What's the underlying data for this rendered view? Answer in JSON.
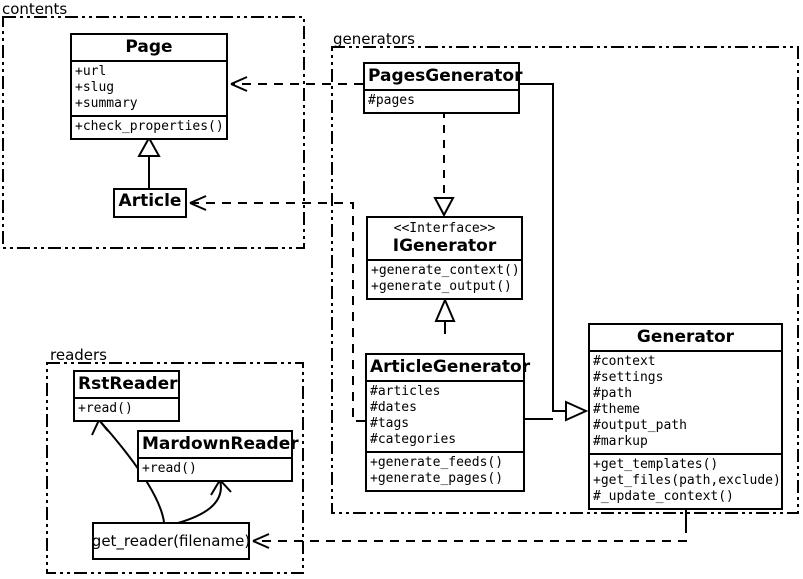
{
  "diagram": {
    "kind": "uml-class-diagram",
    "colors": {
      "line": "#000000",
      "background": "#ffffff"
    }
  },
  "packages": [
    {
      "label": "contents"
    },
    {
      "label": "generators"
    },
    {
      "label": "readers"
    }
  ],
  "classes": [
    {
      "title": "Page",
      "attributes": [
        "+url",
        "+slug",
        "+summary"
      ],
      "methods": [
        "+check_properties()"
      ]
    },
    {
      "title": "Article",
      "attributes": [],
      "methods": []
    },
    {
      "title": "PagesGenerator",
      "attributes": [
        "#pages"
      ],
      "methods": []
    },
    {
      "stereotype": "<<Interface>>",
      "title": "IGenerator",
      "attributes": [],
      "methods": [
        "+generate_context()",
        "+generate_output()"
      ]
    },
    {
      "title": "ArticleGenerator",
      "attributes": [
        "#articles",
        "#dates",
        "#tags",
        "#categories"
      ],
      "methods": [
        "+generate_feeds()",
        "+generate_pages()"
      ]
    },
    {
      "title": "Generator",
      "attributes": [
        "#context",
        "#settings",
        "#path",
        "#theme",
        "#output_path",
        "#markup"
      ],
      "methods": [
        "+get_templates()",
        "+get_files(path,exclude)",
        "#_update_context()"
      ]
    },
    {
      "title": "RstReader",
      "attributes": [],
      "methods": [
        "+read()"
      ]
    },
    {
      "title": "MardownReader",
      "attributes": [],
      "methods": [
        "+read()"
      ]
    }
  ],
  "nodes": {
    "get_reader": {
      "label": "get_reader(filename)"
    }
  },
  "relationships": [
    {
      "from": "Article",
      "to": "Page",
      "type": "generalization"
    },
    {
      "from": "PagesGenerator",
      "to": "IGenerator",
      "type": "realization"
    },
    {
      "from": "ArticleGenerator",
      "to": "IGenerator",
      "type": "generalization"
    },
    {
      "from": "PagesGenerator",
      "to": "Generator",
      "type": "generalization"
    },
    {
      "from": "ArticleGenerator",
      "to": "Generator",
      "type": "generalization"
    },
    {
      "from": "PagesGenerator",
      "to": "Page",
      "type": "dependency"
    },
    {
      "from": "ArticleGenerator",
      "to": "Article",
      "type": "dependency"
    },
    {
      "from": "Generator",
      "to": "get_reader",
      "type": "dependency"
    },
    {
      "from": "get_reader",
      "to": "RstReader",
      "type": "arrow"
    },
    {
      "from": "get_reader",
      "to": "MardownReader",
      "type": "arrow"
    }
  ]
}
